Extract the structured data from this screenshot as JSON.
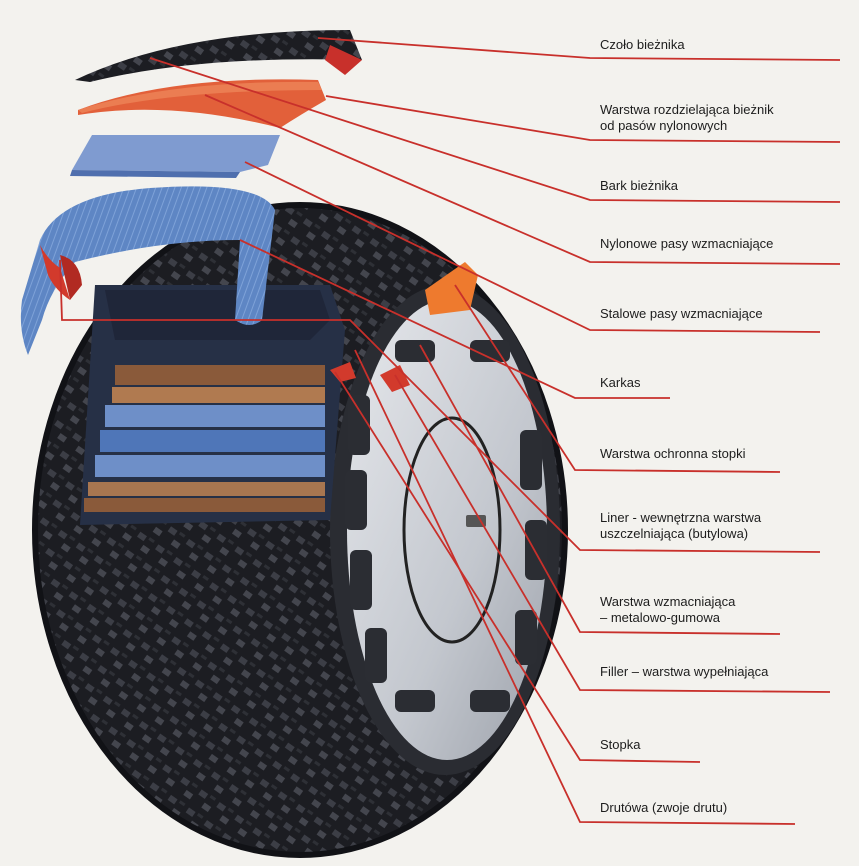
{
  "diagram": {
    "accent_color": "#c8302b",
    "labels": [
      {
        "id": "czolo",
        "lines": [
          "Czoło bieżnika"
        ]
      },
      {
        "id": "warstwa-rozdzielajaca",
        "lines": [
          "Warstwa rozdzielająca bieżnik",
          "od pasów nylonowych"
        ]
      },
      {
        "id": "bark",
        "lines": [
          "Bark bieżnika"
        ]
      },
      {
        "id": "nylonowe",
        "lines": [
          "Nylonowe pasy wzmacniające"
        ]
      },
      {
        "id": "stalowe",
        "lines": [
          "Stalowe pasy wzmacniające"
        ]
      },
      {
        "id": "karkas",
        "lines": [
          "Karkas"
        ]
      },
      {
        "id": "ochronna",
        "lines": [
          "Warstwa ochronna stopki"
        ]
      },
      {
        "id": "liner",
        "lines": [
          "Liner - wewnętrzna warstwa",
          "uszczelniająca (butylowa)"
        ]
      },
      {
        "id": "wzmacniajaca",
        "lines": [
          "Warstwa wzmacniająca",
          "– metalowo-gumowa"
        ]
      },
      {
        "id": "filler",
        "lines": [
          "Filler – warstwa wypełniająca"
        ]
      },
      {
        "id": "stopka",
        "lines": [
          "Stopka"
        ]
      },
      {
        "id": "drutowa",
        "lines": [
          "Drutówa (zwoje drutu)"
        ]
      }
    ]
  }
}
